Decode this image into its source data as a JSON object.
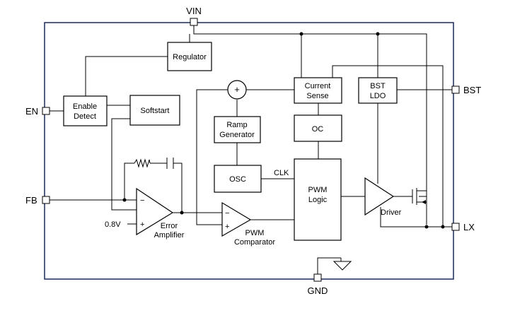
{
  "pins": {
    "vin": "VIN",
    "en": "EN",
    "fb": "FB",
    "bst": "BST",
    "lx": "LX",
    "gnd": "GND"
  },
  "blocks": {
    "regulator": "Regulator",
    "enable_detect": [
      "Enable",
      "Detect"
    ],
    "softstart": "Softstart",
    "current_sense": [
      "Current",
      "Sense"
    ],
    "bst_ldo": [
      "BST",
      "LDO"
    ],
    "ramp_generator": [
      "Ramp",
      "Generator"
    ],
    "oc": "OC",
    "osc": "OSC",
    "pwm_logic": [
      "PWM",
      "Logic"
    ]
  },
  "labels": {
    "summer": "+",
    "clk": "CLK",
    "ref_voltage": "0.8V",
    "error_amplifier": [
      "Error",
      "Amplifier"
    ],
    "pwm_comparator": [
      "PWM",
      "Comparator"
    ],
    "driver": "Driver",
    "minus": "−",
    "plus": "+"
  }
}
